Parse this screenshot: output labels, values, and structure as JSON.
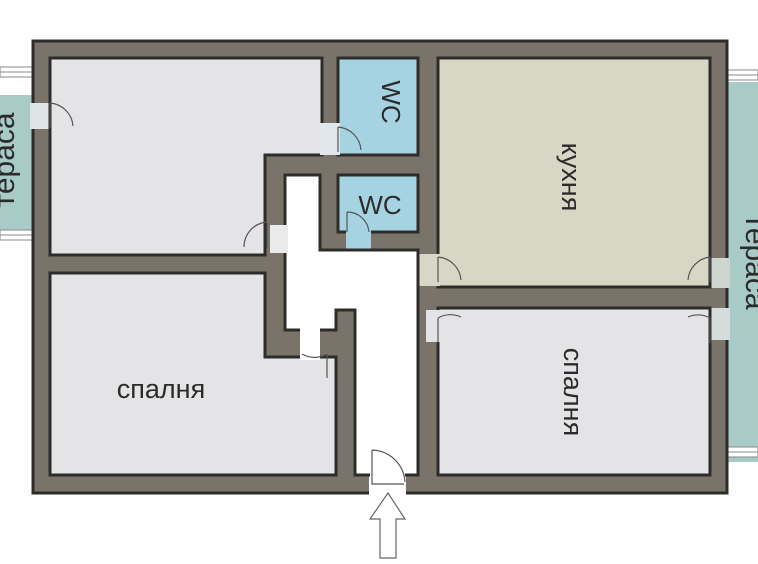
{
  "rooms": {
    "room_top_left": {
      "label": ""
    },
    "wc_upper": {
      "label": "WC"
    },
    "wc_lower": {
      "label": "WC"
    },
    "kitchen": {
      "label": "кухня"
    },
    "bedroom_left": {
      "label": "спалня"
    },
    "bedroom_right": {
      "label": "спалня"
    },
    "terrace_left": {
      "label": "тераса"
    },
    "terrace_right": {
      "label": "тераса"
    }
  },
  "colors": {
    "wall": "#7a7369",
    "wall_outline": "#2e2c2a",
    "room_gray": "#e4e4e6",
    "wc_blue": "#a6d3e1",
    "kitchen_beige": "#d8d7c5",
    "terrace_teal": "#a9cbc8",
    "hall": "#ffffff"
  },
  "entrance": {
    "icon": "arrow-up-icon"
  }
}
